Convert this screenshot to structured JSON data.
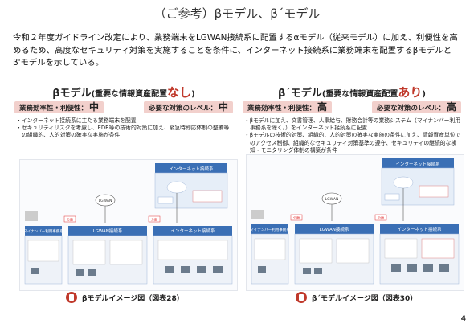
{
  "title": "（ご参考）βモデル、β´モデル",
  "intro": "令和２年度ガイドライン改定により、業務端末をLGWAN接続系に配置するαモデル（従来モデル）に加え、利便性を高めるため、高度なセキュリティ対策を実施することを条件に、インターネット接続系に業務端末を配置するβモデルとβ'モデルを示している。",
  "beta": {
    "title_main": "βモデル",
    "title_sub": "(重要な情報資産配置",
    "title_accent": "なし",
    "title_close": ")",
    "efficiency_label": "業務効率性・利便性：",
    "efficiency_level": "中",
    "security_label": "必要な対策のレベル：",
    "security_level": "中",
    "bullets": [
      "インターネット接続系に主たる業務端末を配置",
      "セキュリティリスクを考慮し、EDR等の技術的対策に加え、緊急時即応体制の整備等の組織的、人的対策の確実な実施が条件"
    ],
    "caption": "βモデルイメージ図（図表28）"
  },
  "beta_prime": {
    "title_main": "β´モデル",
    "title_sub": "(重要な情報資産配置",
    "title_accent": "あり",
    "title_close": ")",
    "efficiency_label": "業務効率性・利便性：",
    "efficiency_level": "高",
    "security_label": "必要な対策のレベル：",
    "security_level": "高",
    "bullets": [
      "βモデルに加え、文書管理、人事給与、財務会計等の業務システム（マイナンバー利用事務系を除く。）をインターネット接続系に配置",
      "βモデルの技術的対策、組織的、人的対策の確実な実施の条件に加え、情報資産単位でのアクセス制御、組織的なセキュリティ対策基準の遵守、セキュリティの継続的な検知・モニタリング体制の構築が条件"
    ],
    "caption": "β´モデルイメージ図（図表30）"
  },
  "diagram": {
    "internet_zone": "インターネット接続系",
    "lgwan_zone": "LGWAN接続系",
    "mynumber_zone": "マイナンバー利用事務系",
    "lgwan_cloud": "LGWAN",
    "separation": "分離"
  },
  "page_number": "4"
}
